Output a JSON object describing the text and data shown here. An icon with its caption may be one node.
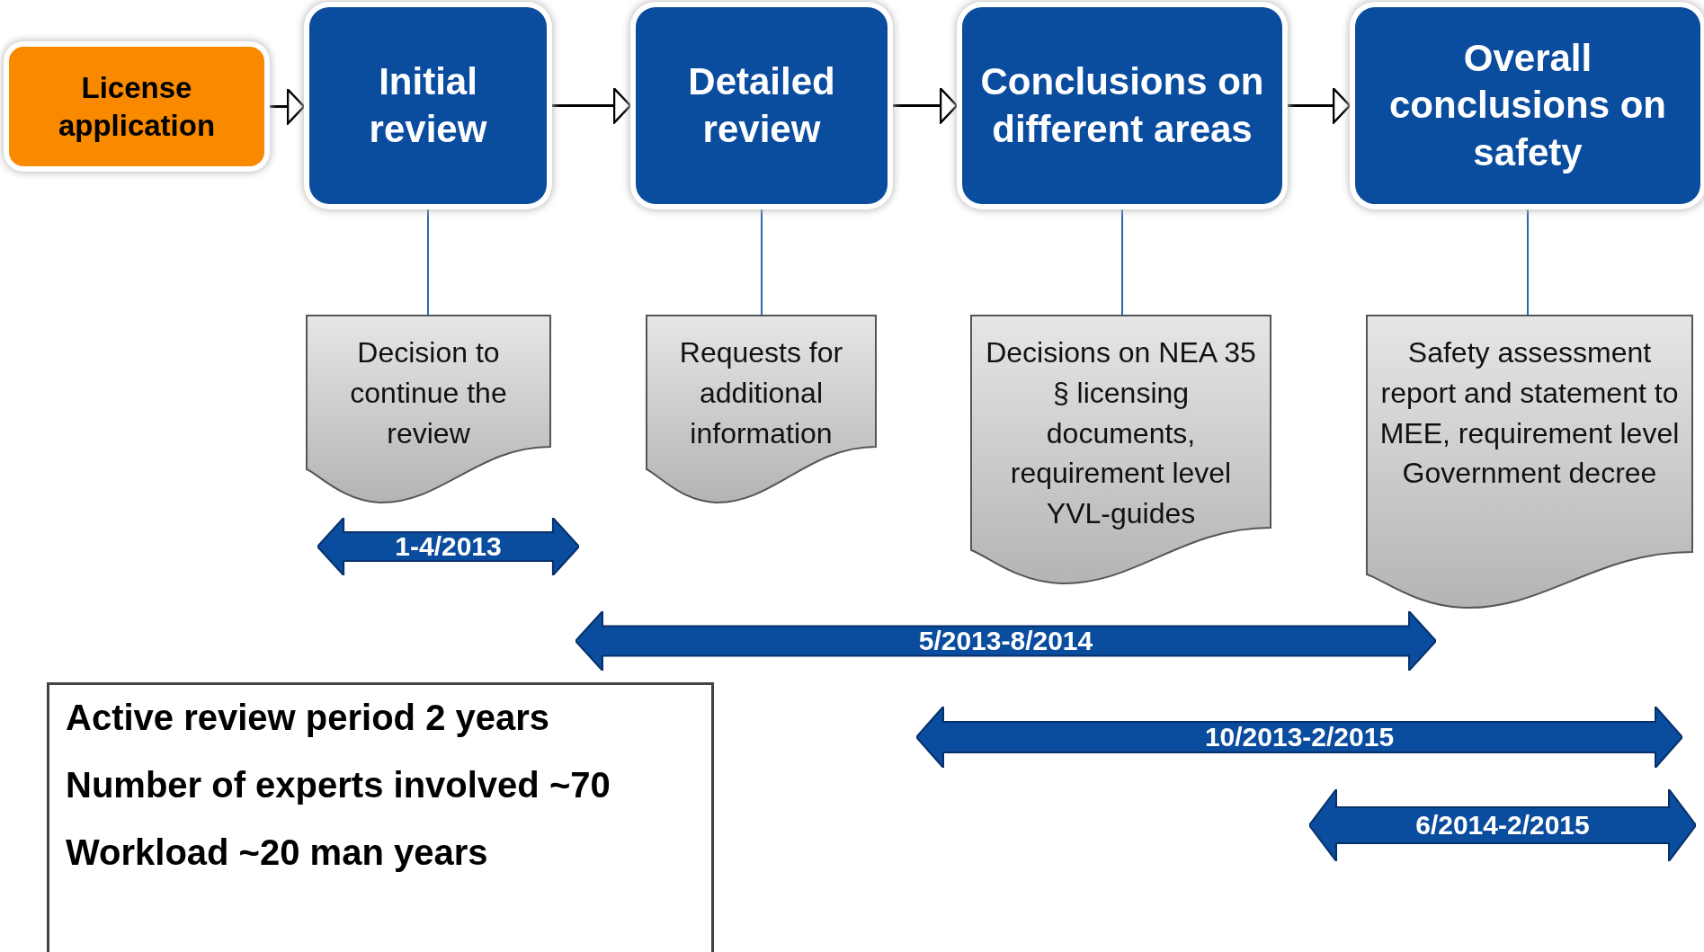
{
  "diagram": {
    "nodes": [
      {
        "text": [
          "License application"
        ]
      },
      {
        "text": [
          "Initial review"
        ]
      },
      {
        "text": [
          "Detailed review"
        ]
      },
      {
        "text": [
          "Conclusions on different areas"
        ]
      },
      {
        "text": [
          "Overall conclusions on safety"
        ]
      },
      {
        "text": [
          "Decision to continue the review"
        ]
      },
      {
        "text": [
          "Requests for additional information"
        ]
      },
      {
        "text": [
          "Decisions on NEA 35 § licensing documents, requirement level YVL-guides"
        ]
      },
      {
        "text": [
          "Safety assessment report and statement to MEE, requirement level Government decree"
        ]
      },
      {
        "text": [
          "1-4/2013"
        ]
      },
      {
        "text": [
          "5/2013-8/2014"
        ]
      },
      {
        "text": [
          "10/2013-2/2015"
        ]
      },
      {
        "text": [
          "6/2014-2/2015"
        ]
      },
      {
        "text": [
          "Active review period 2 years",
          "Number of experts involved ~70",
          "Workload ~20 man years"
        ]
      }
    ],
    "edges": [
      {
        "from": 0,
        "to": 1,
        "arrow": "to"
      },
      {
        "from": 1,
        "to": 2,
        "arrow": "to"
      },
      {
        "from": 2,
        "to": 3,
        "arrow": "to"
      },
      {
        "from": 3,
        "to": 4,
        "arrow": "to"
      },
      {
        "from": 1,
        "to": 5,
        "arrow": "none",
        "color": "#2f62b0"
      },
      {
        "from": 2,
        "to": 6,
        "arrow": "none",
        "color": "#2f62b0"
      },
      {
        "from": 3,
        "to": 7,
        "arrow": "none",
        "color": "#2f62b0"
      },
      {
        "from": 4,
        "to": 8,
        "arrow": "none",
        "color": "#2f62b0"
      }
    ]
  }
}
